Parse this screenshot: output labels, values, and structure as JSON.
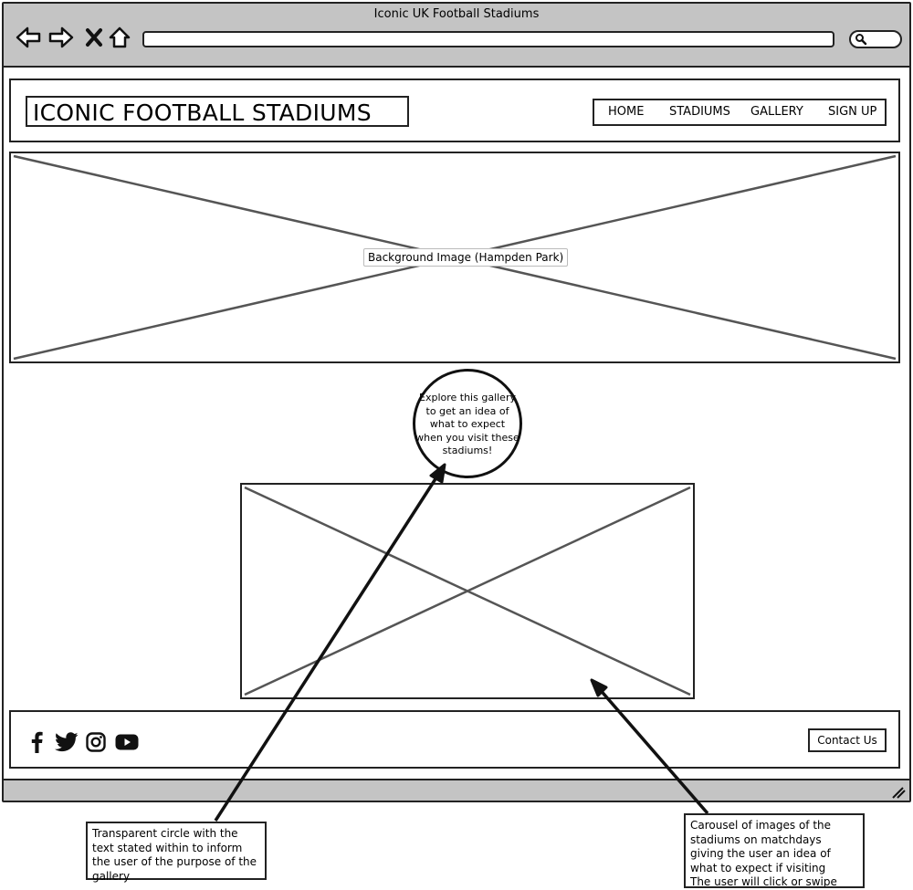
{
  "window": {
    "title": "Iconic UK Football Stadiums"
  },
  "site": {
    "logo": "ICONIC FOOTBALL STADIUMS",
    "nav": [
      {
        "label": "HOME"
      },
      {
        "label": "STADIUMS"
      },
      {
        "label": "GALLERY"
      },
      {
        "label": "SIGN UP"
      }
    ]
  },
  "hero": {
    "label": "Background Image (Hampden Park)"
  },
  "gallery": {
    "circle_text": "Explore this gallery to get an idea of what to expect when you visit these stadiums!"
  },
  "footer": {
    "social_icons": [
      "facebook-icon",
      "twitter-icon",
      "instagram-icon",
      "youtube-icon"
    ],
    "contact_label": "Contact Us"
  },
  "annotations": {
    "circle_note": "Transparent circle with the text stated within to inform the user of the purpose of the gallery",
    "carousel_note_1": "Carousel of images of the stadiums on matchdays giving the user an idea of what to expect if visiting",
    "carousel_note_2": "The user will click or swipe"
  }
}
